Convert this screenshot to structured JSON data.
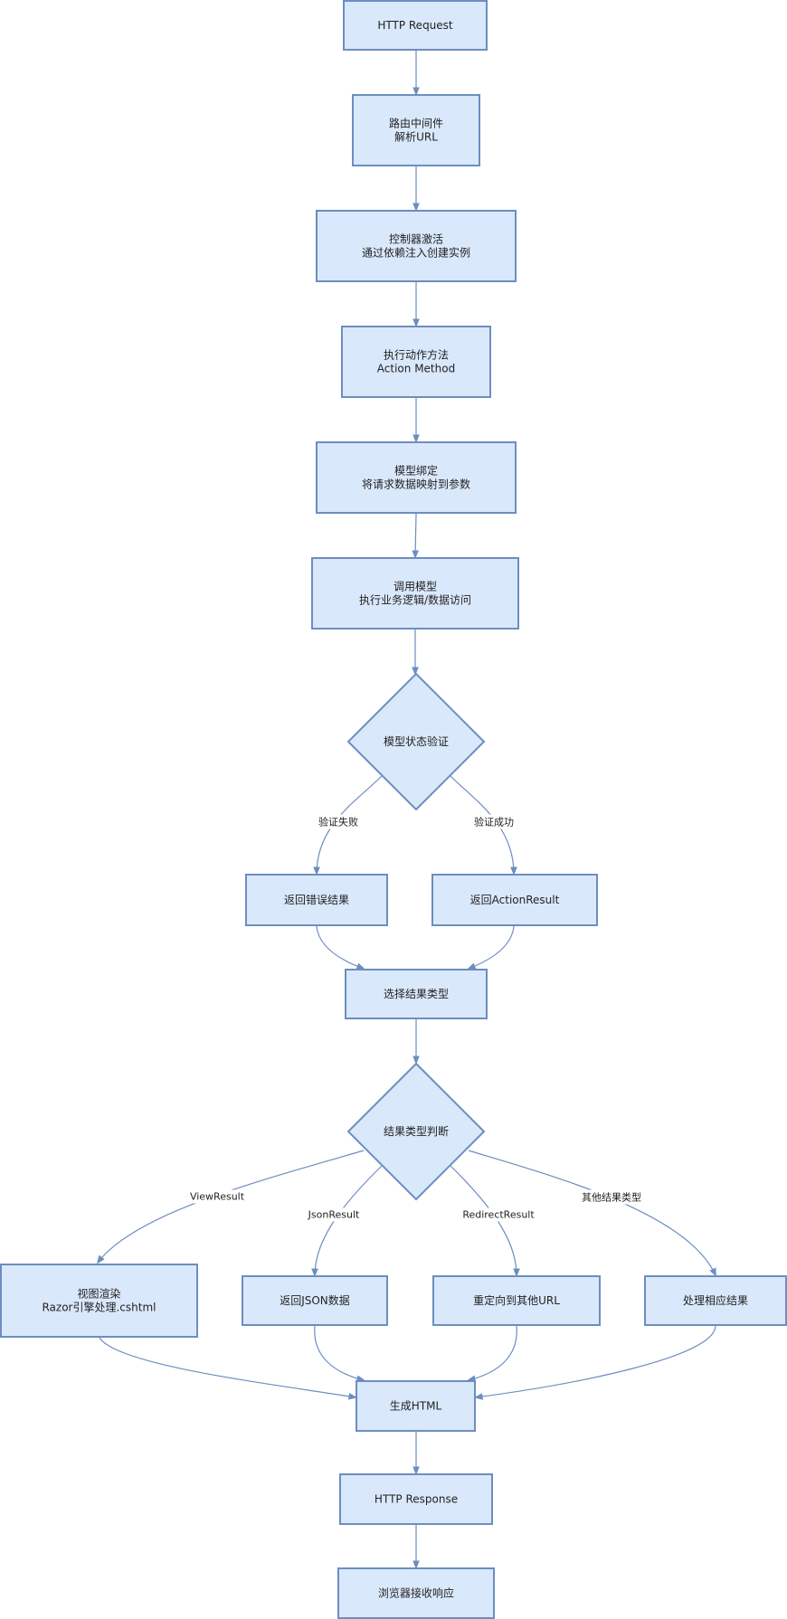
{
  "nodes": {
    "http_request": {
      "lines": [
        "HTTP Request"
      ]
    },
    "routing": {
      "lines": [
        "路由中间件",
        "解析URL"
      ]
    },
    "controller": {
      "lines": [
        "控制器激活",
        "通过依赖注入创建实例"
      ]
    },
    "action": {
      "lines": [
        "执行动作方法",
        "Action Method"
      ]
    },
    "model_binding": {
      "lines": [
        "模型绑定",
        "将请求数据映射到参数"
      ]
    },
    "invoke_model": {
      "lines": [
        "调用模型",
        "执行业务逻辑/数据访问"
      ]
    },
    "validation": {
      "lines": [
        "模型状态验证"
      ]
    },
    "return_error": {
      "lines": [
        "返回错误结果"
      ]
    },
    "return_action": {
      "lines": [
        "返回ActionResult"
      ]
    },
    "select_result": {
      "lines": [
        "选择结果类型"
      ]
    },
    "result_check": {
      "lines": [
        "结果类型判断"
      ]
    },
    "view_render": {
      "lines": [
        "视图渲染",
        "Razor引擎处理.cshtml"
      ]
    },
    "return_json": {
      "lines": [
        "返回JSON数据"
      ]
    },
    "redirect": {
      "lines": [
        "重定向到其他URL"
      ]
    },
    "other_result": {
      "lines": [
        "处理相应结果"
      ]
    },
    "generate_html": {
      "lines": [
        "生成HTML"
      ]
    },
    "http_response": {
      "lines": [
        "HTTP Response"
      ]
    },
    "browser": {
      "lines": [
        "浏览器接收响应"
      ]
    }
  },
  "edge_labels": {
    "fail": "验证失败",
    "success": "验证成功",
    "view_result": "ViewResult",
    "json_result": "JsonResult",
    "redirect_result": "RedirectResult",
    "other": "其他结果类型"
  },
  "colors": {
    "fill": "#dae8fc",
    "stroke": "#6c8ebf",
    "text": "#222222"
  }
}
